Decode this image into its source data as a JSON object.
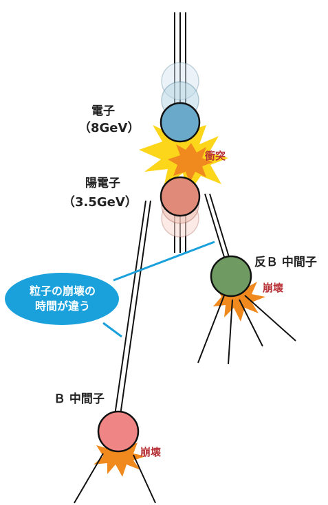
{
  "labels": {
    "electron": "電子",
    "electron_energy": "（8GeV）",
    "positron": "陽電子",
    "positron_energy": "（3.5GeV）",
    "collision": "衝突",
    "anti_b_meson": "反Ｂ 中間子",
    "b_meson": "Ｂ 中間子",
    "decay_1": "崩壊",
    "decay_2": "崩壊"
  },
  "callout": {
    "line1": "粒子の崩壊の",
    "line2": "時間が違う"
  },
  "colors": {
    "electron": "#6aa9c9",
    "positron": "#e08b7a",
    "anti_b_meson": "#6f9a62",
    "b_meson": "#ef8585",
    "explosion_outer": "#fcd61b",
    "explosion_inner": "#f08a1e",
    "callout": "#1aa1dc",
    "label_red": "#b83238"
  }
}
